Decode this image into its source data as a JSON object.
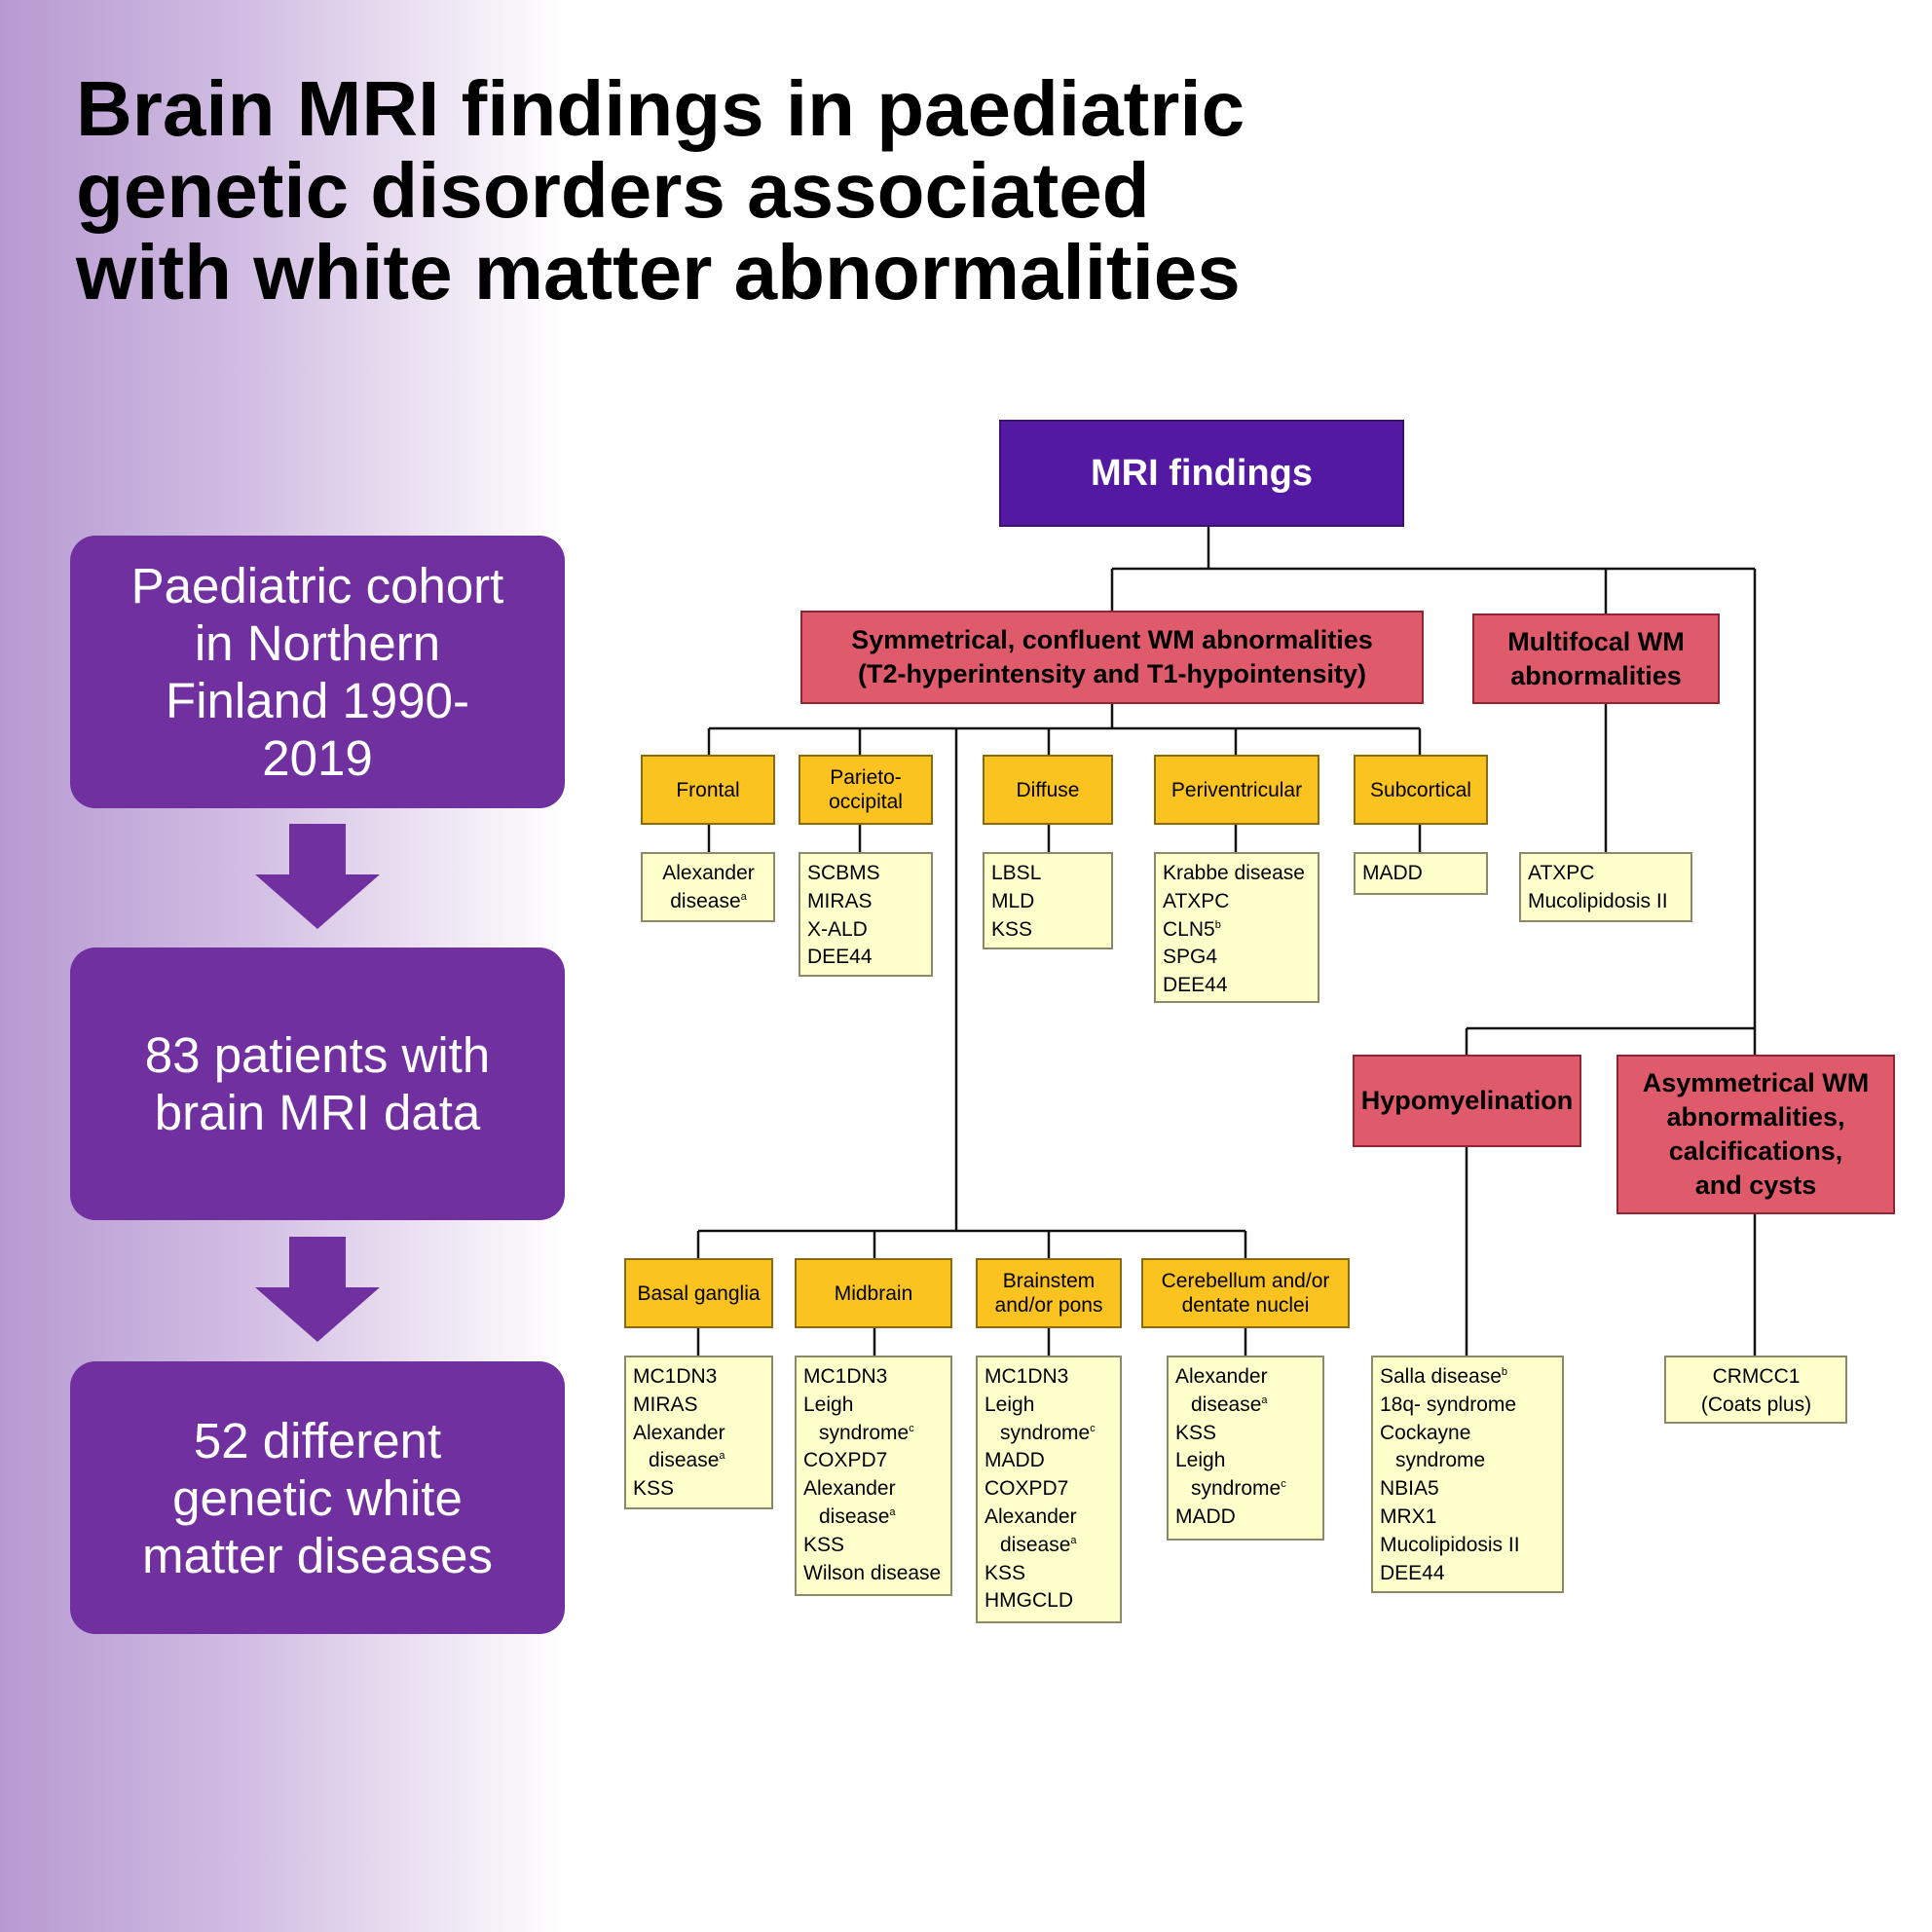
{
  "title": {
    "lines": [
      "Brain MRI findings in paediatric",
      "genetic disorders associated",
      "with white matter abnormalities"
    ]
  },
  "flow": [
    {
      "lines": [
        "Paediatric cohort",
        "in Northern",
        "Finland 1990-",
        "2019"
      ]
    },
    {
      "lines": [
        "83 patients with",
        "brain MRI data"
      ]
    },
    {
      "lines": [
        "52 different",
        "genetic white",
        "matter diseases"
      ]
    }
  ],
  "tree": {
    "root": "MRI findings",
    "symmetrical": {
      "lines": [
        "Symmetrical, confluent WM abnormalities",
        "(T2-hyperintensity and T1-hypointensity)"
      ]
    },
    "multifocal": {
      "lines": [
        "Multifocal WM",
        "abnormalities"
      ]
    },
    "hypomyelination": {
      "lines": [
        "Hypomyelination"
      ]
    },
    "asymmetrical": {
      "lines": [
        "Asymmetrical WM",
        "abnormalities,",
        "calcifications,",
        "and cysts"
      ]
    },
    "locations": {
      "frontal": [
        "Frontal"
      ],
      "parieto": [
        "Parieto-",
        "occipital"
      ],
      "diffuse": [
        "Diffuse"
      ],
      "periventricular": [
        "Periventricular"
      ],
      "subcortical": [
        "Subcortical"
      ],
      "basal": [
        "Basal ganglia"
      ],
      "midbrain": [
        "Midbrain"
      ],
      "brainstem": [
        "Brainstem",
        "and/or pons"
      ],
      "cerebellum": [
        "Cerebellum and/or",
        "dentate nuclei"
      ]
    },
    "lists": {
      "frontal": [
        {
          "t": "Alexander"
        },
        {
          "t": "disease",
          "sup": "a"
        }
      ],
      "parieto": [
        {
          "t": "SCBMS"
        },
        {
          "t": "MIRAS"
        },
        {
          "t": "X-ALD"
        },
        {
          "t": "DEE44"
        }
      ],
      "diffuse": [
        {
          "t": "LBSL"
        },
        {
          "t": "MLD"
        },
        {
          "t": "KSS"
        }
      ],
      "periventricular": [
        {
          "t": "Krabbe disease"
        },
        {
          "t": "ATXPC"
        },
        {
          "t": "CLN5",
          "sup": "b"
        },
        {
          "t": "SPG4"
        },
        {
          "t": "DEE44"
        }
      ],
      "subcortical": [
        {
          "t": "MADD"
        }
      ],
      "multifocal": [
        {
          "t": "ATXPC"
        },
        {
          "t": "Mucolipidosis II"
        }
      ],
      "basal": [
        {
          "t": "MC1DN3"
        },
        {
          "t": "MIRAS"
        },
        {
          "t": "Alexander"
        },
        {
          "t": "disease",
          "sup": "a",
          "wrap": true
        },
        {
          "t": "KSS"
        }
      ],
      "midbrain": [
        {
          "t": "MC1DN3"
        },
        {
          "t": "Leigh"
        },
        {
          "t": "syndrome",
          "sup": "c",
          "wrap": true
        },
        {
          "t": "COXPD7"
        },
        {
          "t": "Alexander"
        },
        {
          "t": "disease",
          "sup": "a",
          "wrap": true
        },
        {
          "t": "KSS"
        },
        {
          "t": "Wilson disease"
        }
      ],
      "brainstem": [
        {
          "t": "MC1DN3"
        },
        {
          "t": "Leigh"
        },
        {
          "t": "syndrome",
          "sup": "c",
          "wrap": true
        },
        {
          "t": "MADD"
        },
        {
          "t": "COXPD7"
        },
        {
          "t": "Alexander"
        },
        {
          "t": "disease",
          "sup": "a",
          "wrap": true
        },
        {
          "t": "KSS"
        },
        {
          "t": "HMGCLD"
        }
      ],
      "cerebellum": [
        {
          "t": "Alexander"
        },
        {
          "t": "disease",
          "sup": "a",
          "wrap": true
        },
        {
          "t": "KSS"
        },
        {
          "t": "Leigh"
        },
        {
          "t": "syndrome",
          "sup": "c",
          "wrap": true
        },
        {
          "t": "MADD"
        }
      ],
      "hypomyelination": [
        {
          "t": "Salla disease",
          "sup": "b"
        },
        {
          "t": "18q- syndrome"
        },
        {
          "t": "Cockayne"
        },
        {
          "t": "syndrome",
          "wrap": true
        },
        {
          "t": "NBIA5"
        },
        {
          "t": "MRX1"
        },
        {
          "t": "Mucolipidosis II"
        },
        {
          "t": "DEE44"
        }
      ],
      "asymmetrical": [
        {
          "t": "CRMCC1"
        },
        {
          "t": "(Coats plus)"
        }
      ]
    }
  },
  "colors": {
    "flow_box": "#7030a0",
    "root": "#5319a3",
    "category": "#df5b6b",
    "location": "#fbc31f",
    "list": "#ffffcc"
  }
}
